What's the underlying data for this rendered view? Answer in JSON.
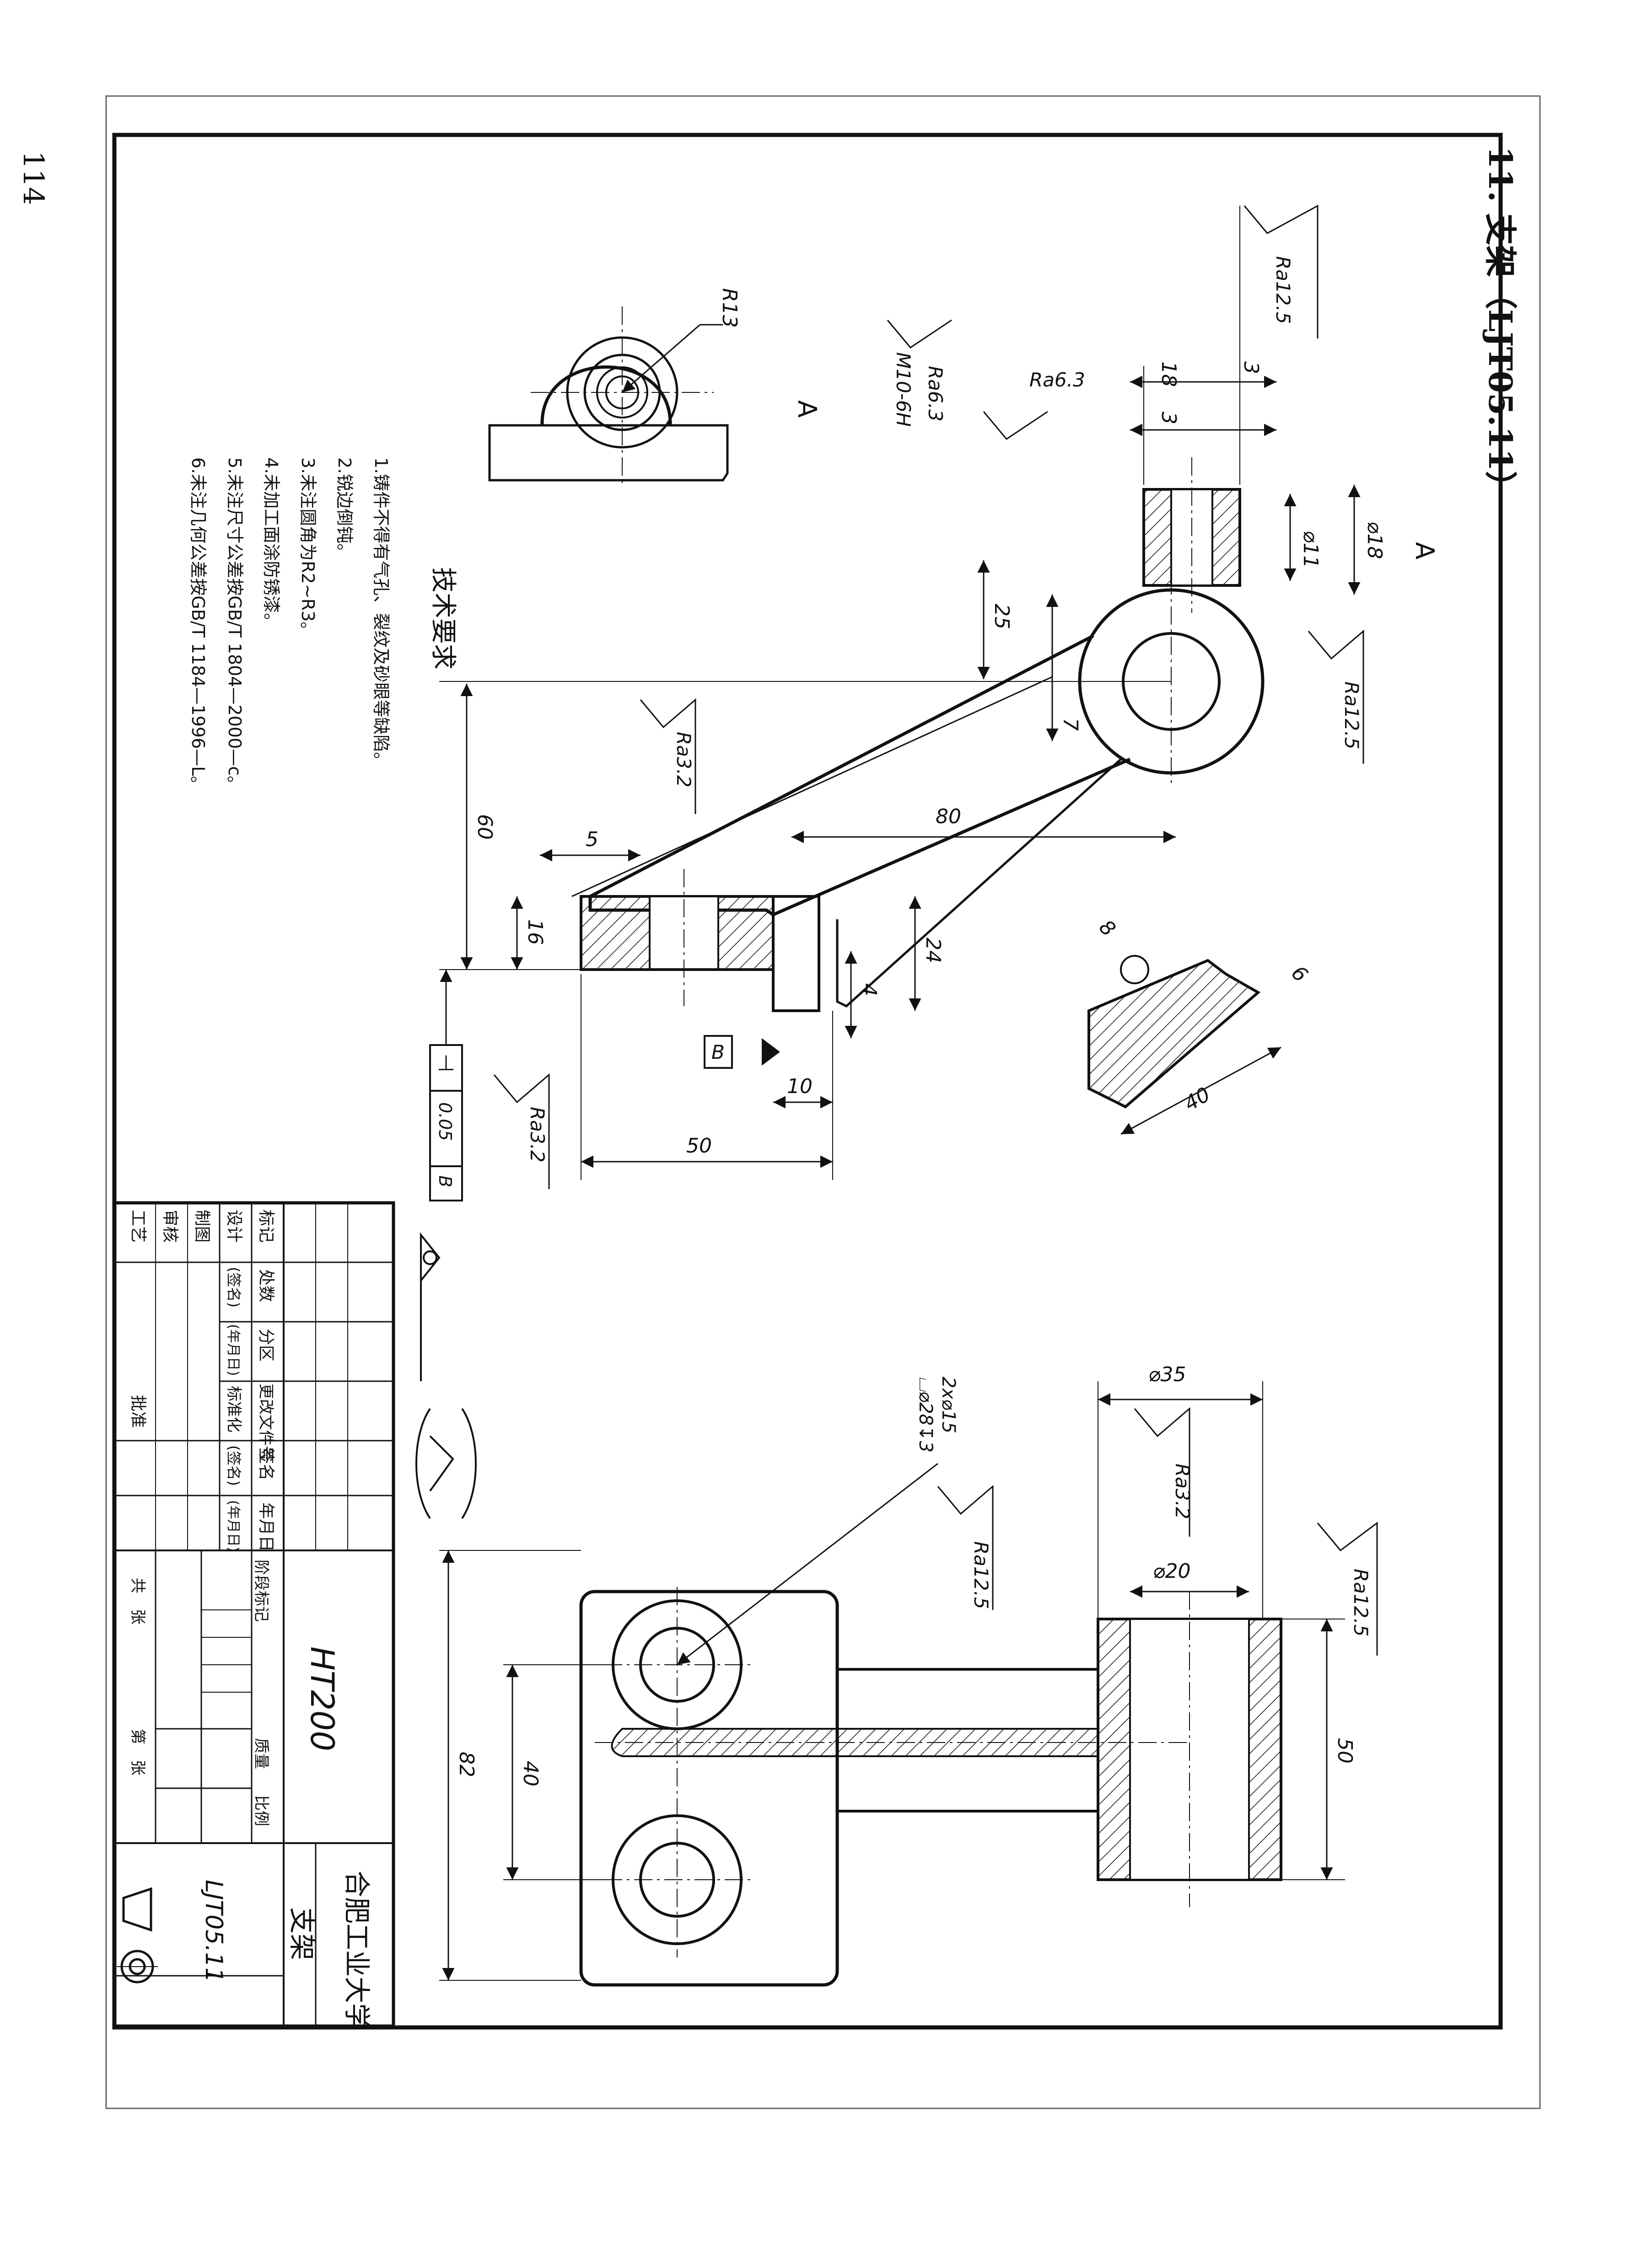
{
  "page": {
    "number": "114",
    "title": "11. 支架（LJT05.11）"
  },
  "views": {
    "view_a": {
      "label": "A",
      "radius": "R13"
    },
    "arrow_a": "A",
    "main": {
      "dims": {
        "d18": "18",
        "d3a": "3",
        "d3b": "3",
        "d25": "25",
        "d7": "7",
        "d80": "80",
        "d60": "60",
        "d5": "5",
        "d16": "16",
        "d24": "24",
        "d4": "4",
        "d10": "10",
        "d50": "50",
        "d8": "8",
        "d6": "6",
        "d40": "40",
        "phi11": "⌀11",
        "phi18": "⌀18"
      },
      "thread": "M10-6H",
      "roughness": {
        "ra125_top": "Ra12.5",
        "ra63_a": "Ra6.3",
        "ra63_b": "Ra6.3",
        "ra125_right": "Ra12.5",
        "ra32_mid": "Ra3.2",
        "ra32_bottom": "Ra3.2"
      },
      "datum": "B",
      "tolerance": {
        "symbol": "⊥",
        "value": "0.05",
        "datum": "B"
      }
    },
    "top": {
      "dims": {
        "phi35": "⌀35",
        "phi20": "⌀20",
        "d50": "50",
        "d82": "82",
        "d40": "40"
      },
      "holes": {
        "line1": "2x⌀15",
        "line2": "⌴⌀28↧3"
      },
      "roughness": {
        "ra32": "Ra3.2",
        "ra125_right": "Ra12.5",
        "ra125_hole": "Ra12.5"
      }
    }
  },
  "requirements": {
    "title": "技术要求",
    "items": [
      "1.铸件不得有气孔、裂纹及砂眼等缺陷。",
      "2.锐边倒钝。",
      "3.未注圆角为R2~R3。",
      "4.未加工面涂防锈漆。",
      "5.未注尺寸公差按GB/T 1804—2000—c。",
      "6.未注几何公差按GB/T 1184—1996—L。"
    ]
  },
  "title_block": {
    "row1": [
      "标记",
      "处数",
      "分区",
      "更改文件号",
      "签名",
      "年月日"
    ],
    "row2": [
      "设计",
      "(签名)",
      "(年月日)",
      "标准化",
      "(签名)",
      "(年月日)"
    ],
    "left_labels": [
      "制图",
      "审核",
      "工艺"
    ],
    "approve": "批准",
    "material": "HT200",
    "stage_label": "阶段标记",
    "mass_label": "质量",
    "scale_label": "比例",
    "sheets_label": "共　张",
    "sheet_label": "第　张",
    "company": "合肥工业大学",
    "part_name": "支架",
    "drawing_no": "LJT05.11"
  }
}
